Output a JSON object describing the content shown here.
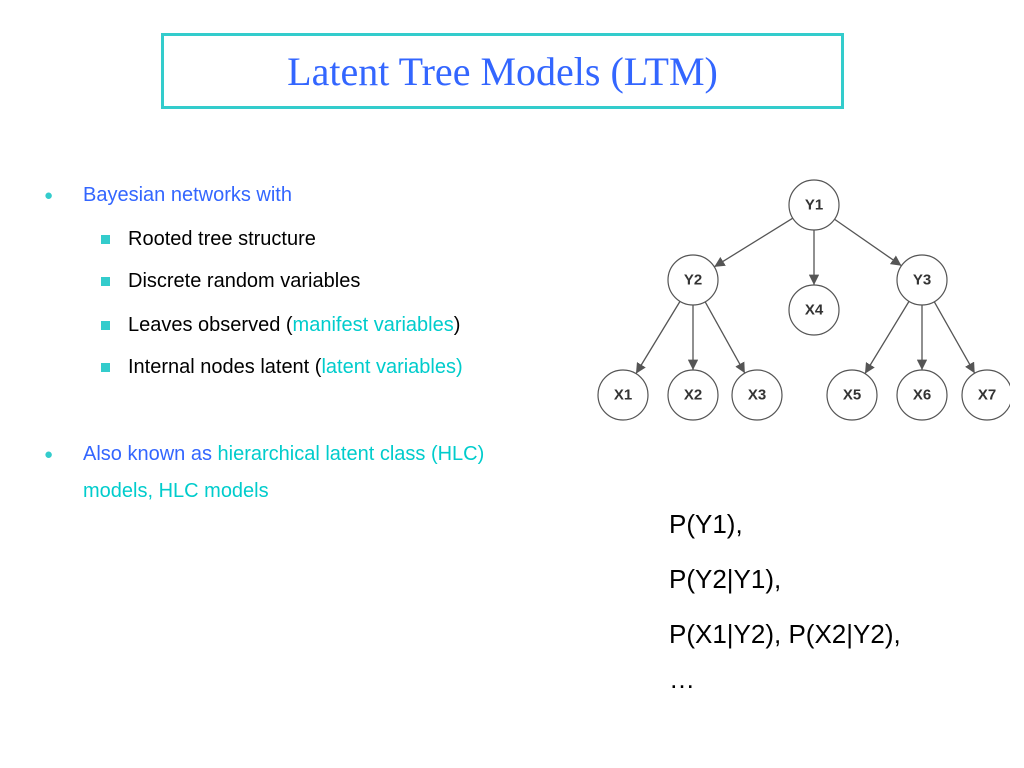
{
  "title": "Latent Tree Models (LTM)",
  "bullet1": {
    "text": "Bayesian networks with",
    "sub": [
      {
        "text": "Rooted tree structure",
        "highlight": "",
        "suffix": ""
      },
      {
        "text": "Discrete random variables",
        "highlight": "",
        "suffix": ""
      },
      {
        "text": "Leaves observed (",
        "highlight": "manifest variables",
        "suffix": ")"
      },
      {
        "text": "Internal nodes latent (",
        "highlight": "latent variables)",
        "suffix": ""
      }
    ]
  },
  "bullet2": {
    "prefix": "Also known as ",
    "highlight": "hierarchical latent class (HLC)",
    "line2": "models, HLC models"
  },
  "tree": {
    "nodes": {
      "Y1": "Y1",
      "Y2": "Y2",
      "Y3": "Y3",
      "X1": "X1",
      "X2": "X2",
      "X3": "X3",
      "X4": "X4",
      "X5": "X5",
      "X6": "X6",
      "X7": "X7"
    },
    "edges": [
      [
        "Y1",
        "Y2"
      ],
      [
        "Y1",
        "X4"
      ],
      [
        "Y1",
        "Y3"
      ],
      [
        "Y2",
        "X1"
      ],
      [
        "Y2",
        "X2"
      ],
      [
        "Y2",
        "X3"
      ],
      [
        "Y3",
        "X5"
      ],
      [
        "Y3",
        "X6"
      ],
      [
        "Y3",
        "X7"
      ]
    ]
  },
  "probs": [
    "P(Y1),",
    "P(Y2|Y1),",
    "P(X1|Y2), P(X2|Y2),",
    "…"
  ],
  "colors": {
    "title": "#3366ff",
    "accent": "#33cccc",
    "highlight": "#00cccc"
  }
}
